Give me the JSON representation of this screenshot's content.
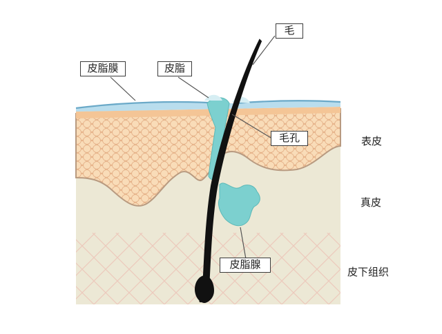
{
  "labels": {
    "sebum_film": "皮脂膜",
    "sebum": "皮脂",
    "hair": "毛",
    "pore": "毛孔",
    "sebaceous_gland": "皮脂腺"
  },
  "layers": {
    "epidermis": "表皮",
    "dermis": "真皮",
    "subcutaneous": "皮下组织"
  },
  "colors": {
    "epidermis": "#f5c99c",
    "dermis": "#ece8d5",
    "subcutaneous": "#ece8d5",
    "sebum": "#7cd0cf",
    "sebum_film": "#b9dded",
    "hair": "#111111",
    "outline": "#b89a80"
  }
}
